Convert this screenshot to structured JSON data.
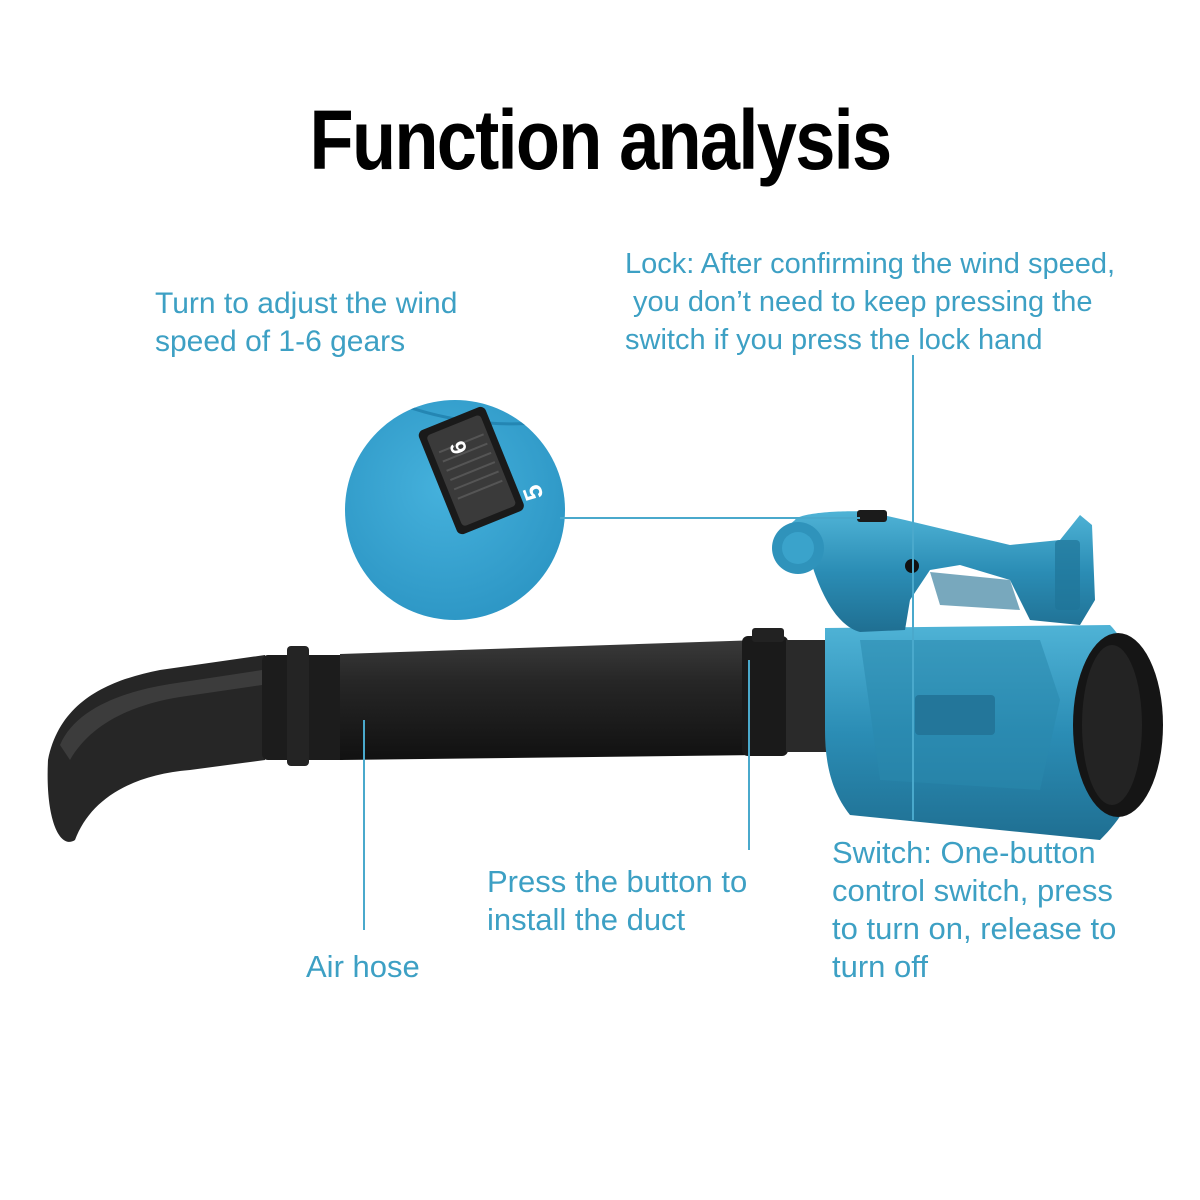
{
  "title": "Function analysis",
  "callouts": {
    "speed_dial": {
      "lines": [
        "Turn to adjust the wind",
        "speed of 1-6 gears"
      ]
    },
    "lock": {
      "lines": [
        "Lock: After confirming the wind speed,",
        " you don’t need to keep pressing the",
        "switch if you press the lock hand"
      ]
    },
    "duct_button": {
      "lines": [
        "Press the button to",
        "install the duct"
      ]
    },
    "air_hose": {
      "lines": [
        "Air hose"
      ]
    },
    "switch": {
      "lines": [
        "Switch: One-button",
        "control switch, press",
        "to turn on, release to",
        "turn off"
      ]
    }
  },
  "dial_numbers": [
    "6",
    "5"
  ],
  "colors": {
    "label": "#3da0c4",
    "body_blue": "#2e90b8",
    "tube_black": "#1e1e1e",
    "title": "#000000"
  }
}
